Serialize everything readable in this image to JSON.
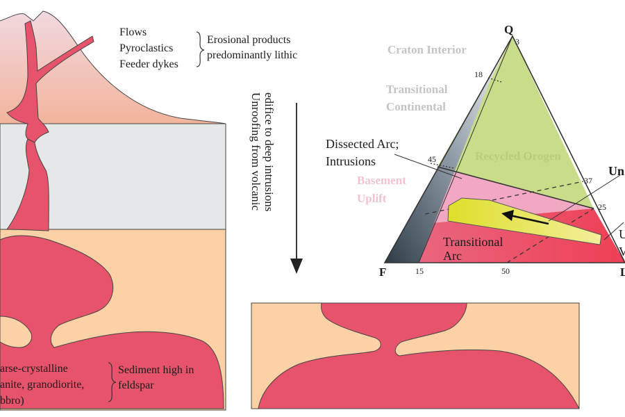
{
  "volcano_labels": {
    "flows": "Flows",
    "pyroclastics": "Pyroclastics",
    "feeder_dykes": "Feeder dykes",
    "erosional_line1": "Erosional products",
    "erosional_line2": "predominantly lithic"
  },
  "unroofing": {
    "line1": "Unroofing from volcanic",
    "line2": "edifice to deep intrusions"
  },
  "plutonic_labels": {
    "rock_line1": "arse-crystalline",
    "rock_line2": "anite, granodiorite,",
    "rock_line3": "bbro)",
    "sediment_line1": "Sediment high in",
    "sediment_line2": "feldspar"
  },
  "ternary": {
    "apex_q": "Q",
    "apex_f": "F",
    "apex_l": "L",
    "fields": {
      "craton_interior": "Craton Interior",
      "transitional_continental_1": "Transitional",
      "transitional_continental_2": "Continental",
      "recycled_orogen": "Recycled Orogen",
      "dissected_arc_1": "Dissected Arc;",
      "dissected_arc_2": "Intrusions",
      "basement_uplift_1": "Basement",
      "basement_uplift_2": "Uplift",
      "transitional_arc_1": "Transitional",
      "transitional_arc_2": "Arc",
      "undissected_arc_cut": "Un",
      "undissected_arc2_line1": "U",
      "undissected_arc2_line2": "V"
    },
    "ticks": {
      "t3": "3",
      "t18": "18",
      "t45": "45",
      "t37": "37",
      "t25": "25",
      "t15": "15",
      "t50": "50"
    }
  },
  "colors": {
    "volcano_top": "#f0d4da",
    "volcano_bottom": "#f2b8a2",
    "grey_layer": "#e6e7e8",
    "sediment": "#fbd1a5",
    "magma": "#e8536c",
    "recycled_orogen": "#c9dc8a",
    "basement_uplift": "#f2a8c2",
    "arc_pink": "#ec6c82",
    "arrow_band": "#e4e45a"
  }
}
